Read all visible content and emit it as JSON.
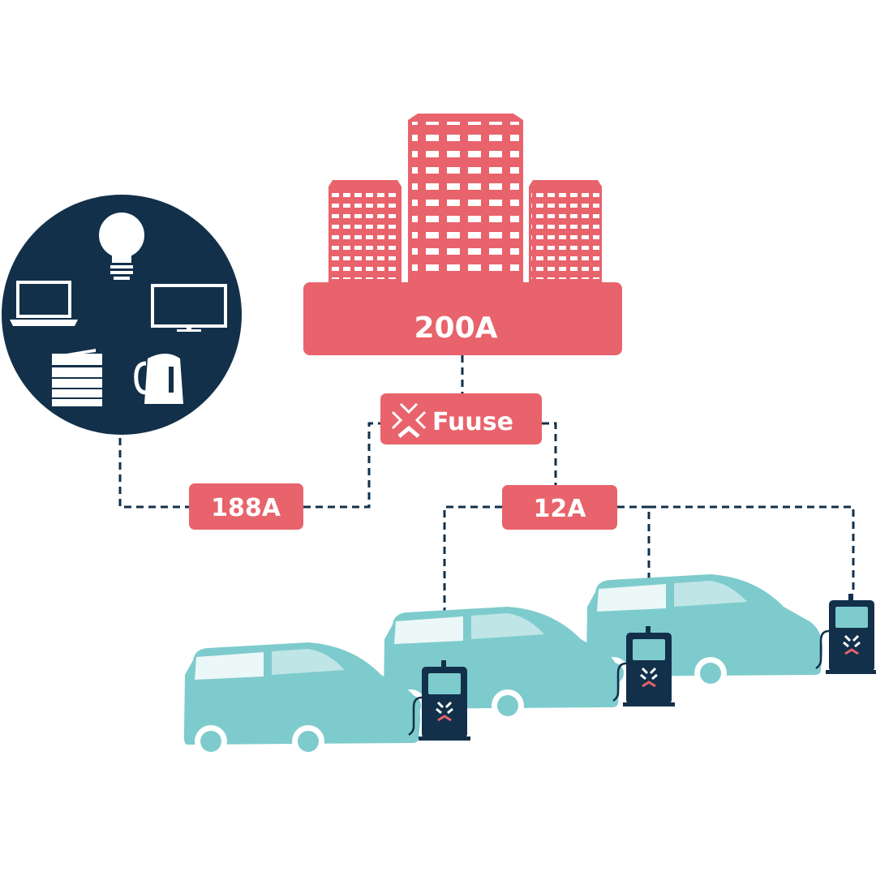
{
  "colors": {
    "coral": "#E8636B",
    "navy": "#12304A",
    "teal": "#7ECBCD",
    "white": "#FFFFFF"
  },
  "building": {
    "supply_label": "200A",
    "icon": "office-buildings-icon"
  },
  "controller": {
    "brand_label": "Fuuse",
    "icon": "fuuse-logo-icon"
  },
  "office_load": {
    "label": "188A",
    "icons": [
      "laptop-icon",
      "lightbulb-icon",
      "monitor-icon",
      "printer-icon",
      "kettle-icon"
    ]
  },
  "ev_load": {
    "label": "12A",
    "vehicles": 3,
    "chargers": 3
  }
}
